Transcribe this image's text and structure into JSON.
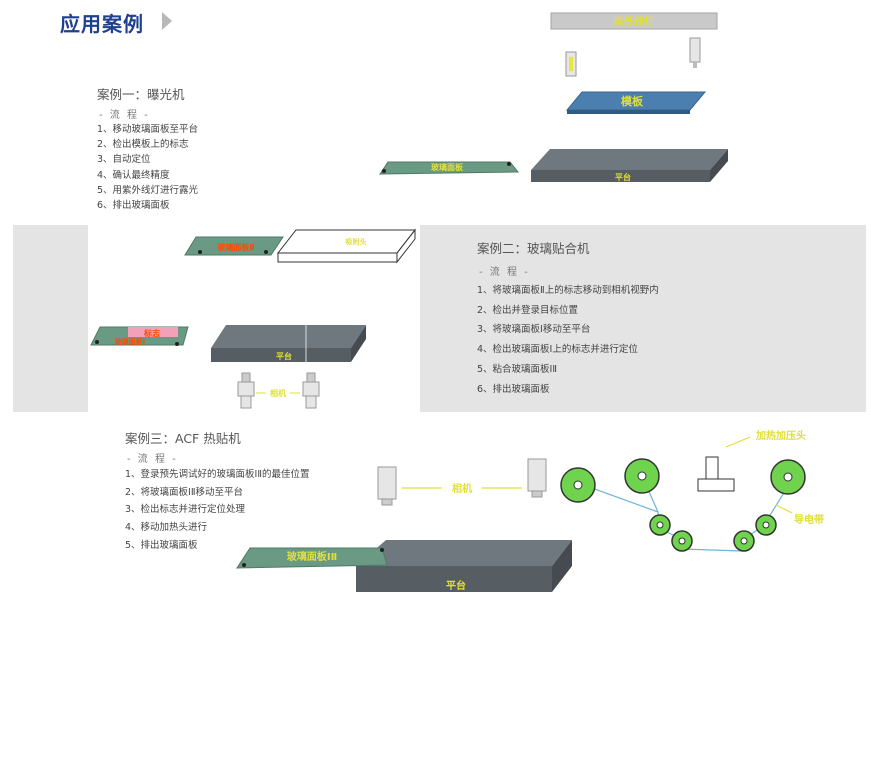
{
  "page": {
    "title": "应用案例",
    "colors": {
      "title": "#1f3f8f",
      "band": "#e4e4e4",
      "roller": "#6fd34e",
      "annotation": "#e0e03a",
      "platform": "#5f6770",
      "glass": "#6a9a84",
      "template": "#4b7fb0"
    }
  },
  "case1": {
    "title": "案例一：曝光机",
    "flow_label": "- 流 程 -",
    "steps": [
      "1、移动玻璃面板至平台",
      "2、检出模板上的标志",
      "3、自动定位",
      "4、确认最终精度",
      "5、用紫外线灯进行露光",
      "6、排出玻璃面板"
    ],
    "labels": {
      "uv_lamp": "紫外线灯",
      "template": "模板",
      "glass_panel": "玻璃面板",
      "platform": "平台"
    }
  },
  "case2": {
    "title": "案例二：玻璃贴合机",
    "flow_label": "- 流 程 -",
    "steps": [
      "1、将玻璃面板Ⅱ上的标志移动到相机视野内",
      "2、检出并登录目标位置",
      "3、将玻璃面板Ⅰ移动至平台",
      "4、检出玻璃面板Ⅰ上的标志并进行定位",
      "5、粘合玻璃面板ⅠⅡ",
      "6、排出玻璃面板"
    ],
    "labels": {
      "glass_panel_2": "玻璃面板Ⅱ",
      "head": "吸附头",
      "mark": "标志",
      "glass_panel_1": "玻璃面板Ⅰ",
      "platform": "平台",
      "camera": "相机"
    }
  },
  "case3": {
    "title": "案例三：ACF 热贴机",
    "flow_label": "- 流 程 -",
    "steps": [
      "1、登录预先调试好的玻璃面板ⅠⅡ的最佳位置",
      "2、将玻璃面板ⅠⅡ移动至平台",
      "3、检出标志并进行定位处理",
      "4、移动加热头进行",
      "5、排出玻璃面板"
    ],
    "labels": {
      "camera": "相机",
      "glass_panel": "玻璃面板ⅠⅡ",
      "platform": "平台",
      "heat_press_head": "加热加压头",
      "conductive_tape": "导电带"
    }
  }
}
